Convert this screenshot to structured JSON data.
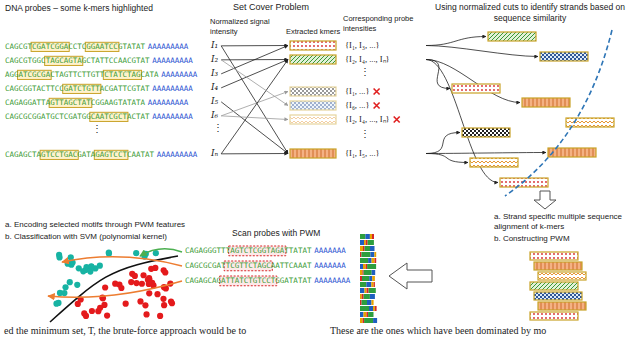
{
  "diagram": {
    "labels": [
      "DNA probes – some k-mers highlighted",
      "Set Cover Problem",
      "Normalized signal intensity",
      "Extracted kmers",
      "Corresponding probe intensities",
      "Using normalized cuts to identify strands based on sequence similarity",
      "CAGCGTCGATCGGACCTCGGAATCCGTATAT",
      "AAAAAAAAA",
      "CAGCGTGGCTAGCAGTAGCTATTCCAACGTAT",
      "AAAAAAAAA",
      "AGGATCGCGACTAGTTCTTGTTCTATCTAGCATA",
      "AAAAAAAA",
      "CAGCGGTACTTCCGATCTGTTACGATTCGTAT",
      "AAAAAAAAA",
      "CAGAGGATTAGTTAGCTATCGGAAGTATATA",
      "AAAAAAAAA",
      "CAGCGCGGATGCTCGATGGCAATCGCTACTAT",
      "AAAAAAAAA",
      "⋮",
      "CAGAGCTAGTCCTGACGATAGAGTCCTCAATAT",
      "AAAAAAAAA",
      "I₁",
      "I₂",
      "I₃",
      "I₄",
      "I₅",
      "I₆",
      "⋮",
      "Iₙ",
      "{I₁, I₃, ...}",
      "{I₂, I₄, ..., Iₙ}",
      "⋮",
      "{I₁, ...}",
      "{I₆, ...}",
      "{I₂, I₄, ..., Iₙ}",
      "⋮",
      "{I₁, I₅, ...}",
      "a. Strand specific multiple sequence alignment of k-mers",
      "b. Constructing PWM",
      "Scan probes with PWM",
      "CAGAGGGTTTAGTCTCGGTAGATTATAT",
      "AAAAAAA",
      "CAGCGCGATTCGTTCTAGCAATTCAAAT",
      "AAAAAAA",
      "CAGAGCAGATTATCTGTCCTGGATATAT",
      "AAAAAAAA",
      "a. Encoding selected motifs through PWM features",
      "b. Classification with SVM (polynomial kernel)",
      "ed the minimum set, T, the brute-force approach would be to",
      "These are the ones which have been dominated by mo"
    ]
  }
}
